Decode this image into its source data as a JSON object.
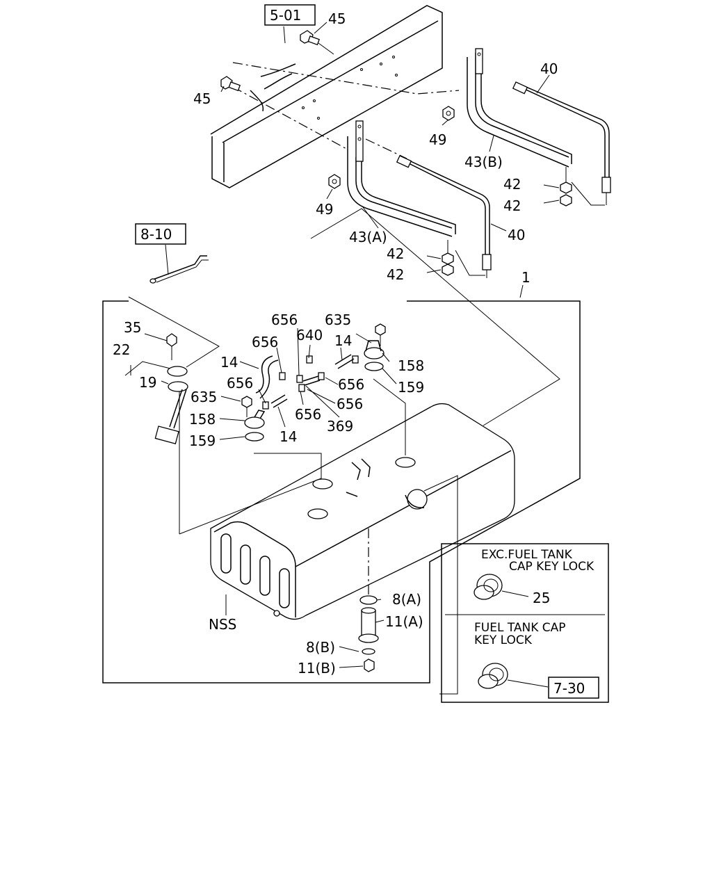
{
  "refs": {
    "r5_01": "5-01",
    "r8_10": "8-10",
    "r7_30": "7-30"
  },
  "labels": {
    "p45a": "45",
    "p45b": "45",
    "p40a": "40",
    "p40b": "40",
    "p49a": "49",
    "p49b": "49",
    "p43b": "43(B)",
    "p43a": "43(A)",
    "p42a": "42",
    "p42b": "42",
    "p42c": "42",
    "p42d": "42",
    "p1": "1",
    "p656a": "656",
    "p635a": "635",
    "p656b": "656",
    "p640": "640",
    "p14a": "14",
    "p14b": "14",
    "p35": "35",
    "p22": "22",
    "p19": "19",
    "p158a": "158",
    "p159a": "159",
    "p656c": "656",
    "p656d": "656",
    "p656e": "656",
    "p656f": "656",
    "p635b": "635",
    "p158b": "158",
    "p159b": "159",
    "p14c": "14",
    "p369": "369",
    "p8a": "8(A)",
    "p11a": "11(A)",
    "p8b": "8(B)",
    "p11b": "11(B)",
    "nss": "NSS",
    "p25": "25"
  },
  "inset": {
    "exc_line1": "EXC.FUEL TANK",
    "exc_line2": "CAP KEY LOCK",
    "key_line1": "FUEL TANK CAP",
    "key_line2": "KEY LOCK"
  }
}
